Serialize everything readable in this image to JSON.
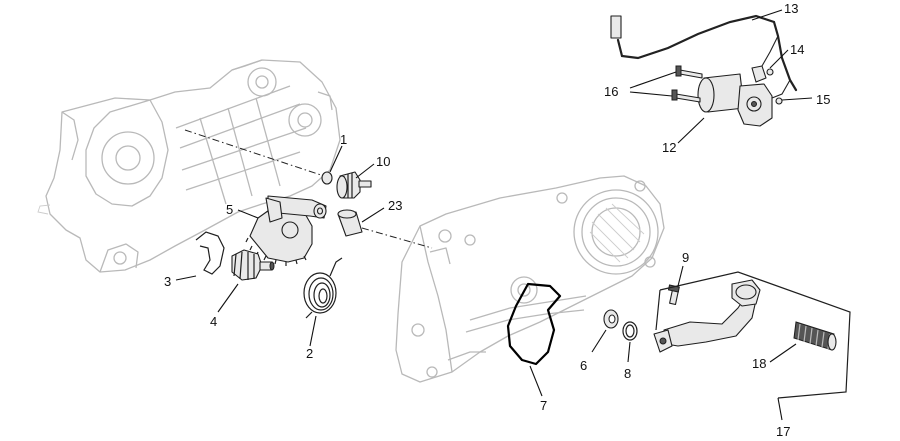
{
  "callouts": [
    {
      "id": "c1",
      "text": "1"
    },
    {
      "id": "c2",
      "text": "2"
    },
    {
      "id": "c3",
      "text": "3"
    },
    {
      "id": "c4",
      "text": "4"
    },
    {
      "id": "c5",
      "text": "5"
    },
    {
      "id": "c6",
      "text": "6"
    },
    {
      "id": "c7",
      "text": "7"
    },
    {
      "id": "c8",
      "text": "8"
    },
    {
      "id": "c9",
      "text": "9"
    },
    {
      "id": "c10",
      "text": "10"
    },
    {
      "id": "c12",
      "text": "12"
    },
    {
      "id": "c13",
      "text": "13"
    },
    {
      "id": "c14",
      "text": "14"
    },
    {
      "id": "c15",
      "text": "15"
    },
    {
      "id": "c16",
      "text": "16"
    },
    {
      "id": "c17",
      "text": "17"
    },
    {
      "id": "c18",
      "text": "18"
    },
    {
      "id": "c23",
      "text": "23"
    }
  ]
}
